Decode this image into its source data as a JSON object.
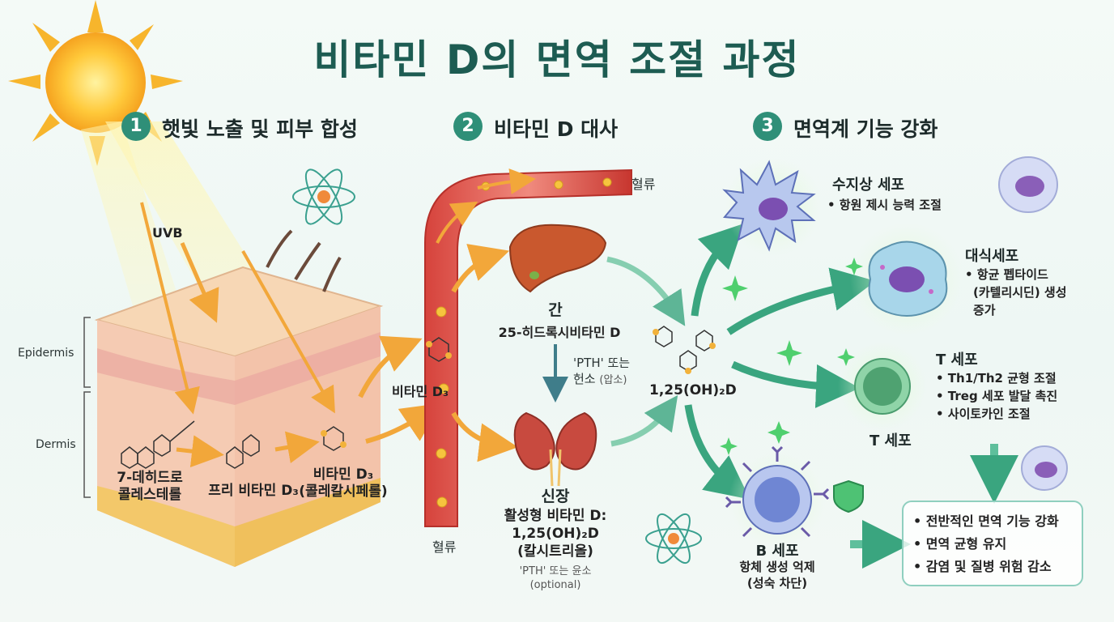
{
  "title": "비타민 D의 면역 조절 과정",
  "steps": [
    {
      "num": "1",
      "label": "햇빛 노출 및 피부 합성"
    },
    {
      "num": "2",
      "label": "비타민 D 대사"
    },
    {
      "num": "3",
      "label": "면역계 기능 강화"
    }
  ],
  "skin": {
    "uvb": "UVB",
    "epidermis": "Epidermis",
    "dermis": "Dermis",
    "precursor_line1": "7-데히드로",
    "precursor_line2": "콜레스테롤",
    "previtamin": "프리 비타민 D₃",
    "vitamin_d3_line1": "비타민 D₃",
    "vitamin_d3_line2": "(콜레칼시페롤)"
  },
  "metabolism": {
    "blood_top": "혈류",
    "blood_bottom": "혈류",
    "vitamin_d3": "비타민 D₃",
    "liver": "간",
    "liver_product": "25-히드록시비타민 D",
    "pth_line1": "'PTH' 또는",
    "pth_line2_main": "헌소",
    "pth_line2_sub": "(압소)",
    "kidney": "신장",
    "kidney_product_line1": "활성형 비타민 D:",
    "kidney_product_line2": "1,25(OH)₂D",
    "kidney_product_line3": "(칼시트리올)",
    "kidney_note_line1": "'PTH' 또는 윤소",
    "kidney_note_line2": "(optional)",
    "active_form": "1,25(OH)₂D"
  },
  "immune": {
    "dendritic": {
      "name": "수지상 세포",
      "bullets": [
        "• 항원 제시 능력 조절"
      ]
    },
    "macrophage": {
      "name": "대식세포",
      "bullets": [
        "• 항균 펩타이드",
        "(카텔리시딘) 생성",
        "증가"
      ]
    },
    "tcell": {
      "name": "T 세포",
      "label_below": "T 세포",
      "bullets": [
        "• Th1/Th2 균형 조절",
        "• Treg 세포 발달 촉진",
        "• 사이토카인 조절"
      ]
    },
    "bcell": {
      "name": "B 세포",
      "line1": "항체 생성 억제",
      "line2": "(성숙 차단)"
    }
  },
  "summary": [
    "• 전반적인 면역 기능 강화",
    "• 면역 균형 유지",
    "• 감염 및 질병 위험 감소"
  ],
  "colors": {
    "accent": "#2f8f78",
    "title": "#1d5c52",
    "arrow_orange": "#f2a73a",
    "arrow_green": "#3aa57f"
  }
}
